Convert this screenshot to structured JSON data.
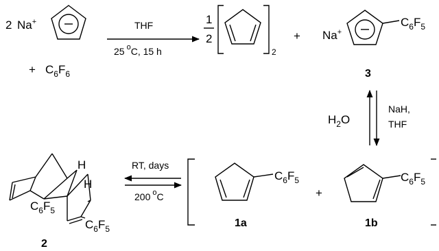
{
  "reaction_row1": {
    "reactant_coeff": "2",
    "sodium": "Na",
    "charge_plus": "+",
    "plus": "+",
    "hexafluorobenzene": [
      "C",
      "6",
      "F",
      "6"
    ],
    "conditions_top": "THF",
    "conditions_bottom_temp": "25",
    "conditions_bottom_deg": "o",
    "conditions_bottom_unit": "C, 15 h",
    "half_numerator": "1",
    "half_denominator": "2",
    "dimer_subscript": "2",
    "product_sodium": "Na",
    "product_charge": "+",
    "product_substituent": [
      "C",
      "6",
      "F",
      "5"
    ],
    "product_label": "3"
  },
  "equilibrium_vertical": {
    "left_reagent": [
      "H",
      "2",
      "O"
    ],
    "right_reagent_line1": "NaH,",
    "right_reagent_line2": "THF"
  },
  "reaction_row2": {
    "forward_condition": "RT, days",
    "reverse_temp": "200",
    "reverse_deg": "o",
    "reverse_unit": "C",
    "h_label_1": "H",
    "h_label_2": "H",
    "product_substituent_a": [
      "C",
      "6",
      "F",
      "5"
    ],
    "product_substituent_b": [
      "C",
      "6",
      "F",
      "5"
    ],
    "product_label": "2",
    "isomer_a_substituent": [
      "C",
      "6",
      "F",
      "5"
    ],
    "isomer_b_substituent": [
      "C",
      "6",
      "F",
      "5"
    ],
    "plus": "+",
    "isomer_a_label": "1a",
    "isomer_b_label": "1b"
  }
}
